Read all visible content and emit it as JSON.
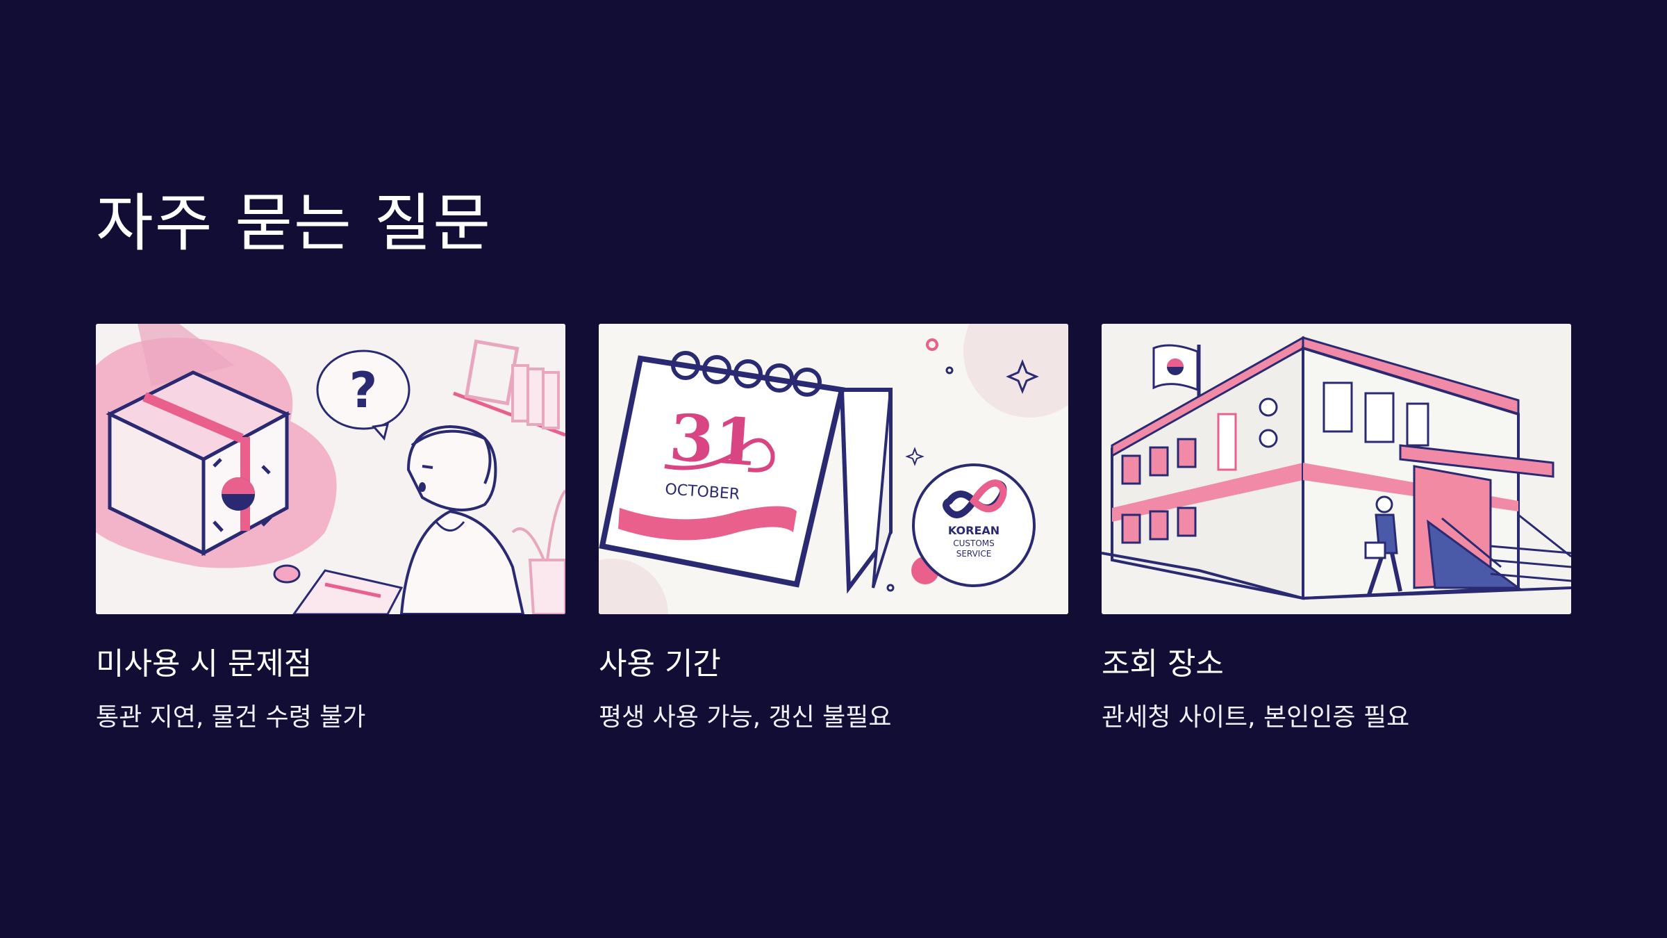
{
  "page": {
    "title": "자주 묻는 질문"
  },
  "colors": {
    "background": "#110d35",
    "navy": "#2a2a72",
    "pink": "#e9608c",
    "light_pink": "#f4a6c2",
    "card_bg": "#f5f3f0"
  },
  "cards": [
    {
      "title": "미사용 시 문제점",
      "description": "통관 지연, 물건 수령 불가",
      "illustration": "package-question-icon"
    },
    {
      "title": "사용 기간",
      "description": "평생 사용 가능, 갱신 불필요",
      "illustration": "calendar-icon",
      "calendar": {
        "day": "31",
        "month": "OCTOBER"
      },
      "badge": {
        "line1": "KOREAN",
        "line2": "CUSTOMS",
        "line3": "SERVICE"
      }
    },
    {
      "title": "조회 장소",
      "description": "관세청 사이트, 본인인증 필요",
      "illustration": "customs-office-building-icon"
    }
  ]
}
